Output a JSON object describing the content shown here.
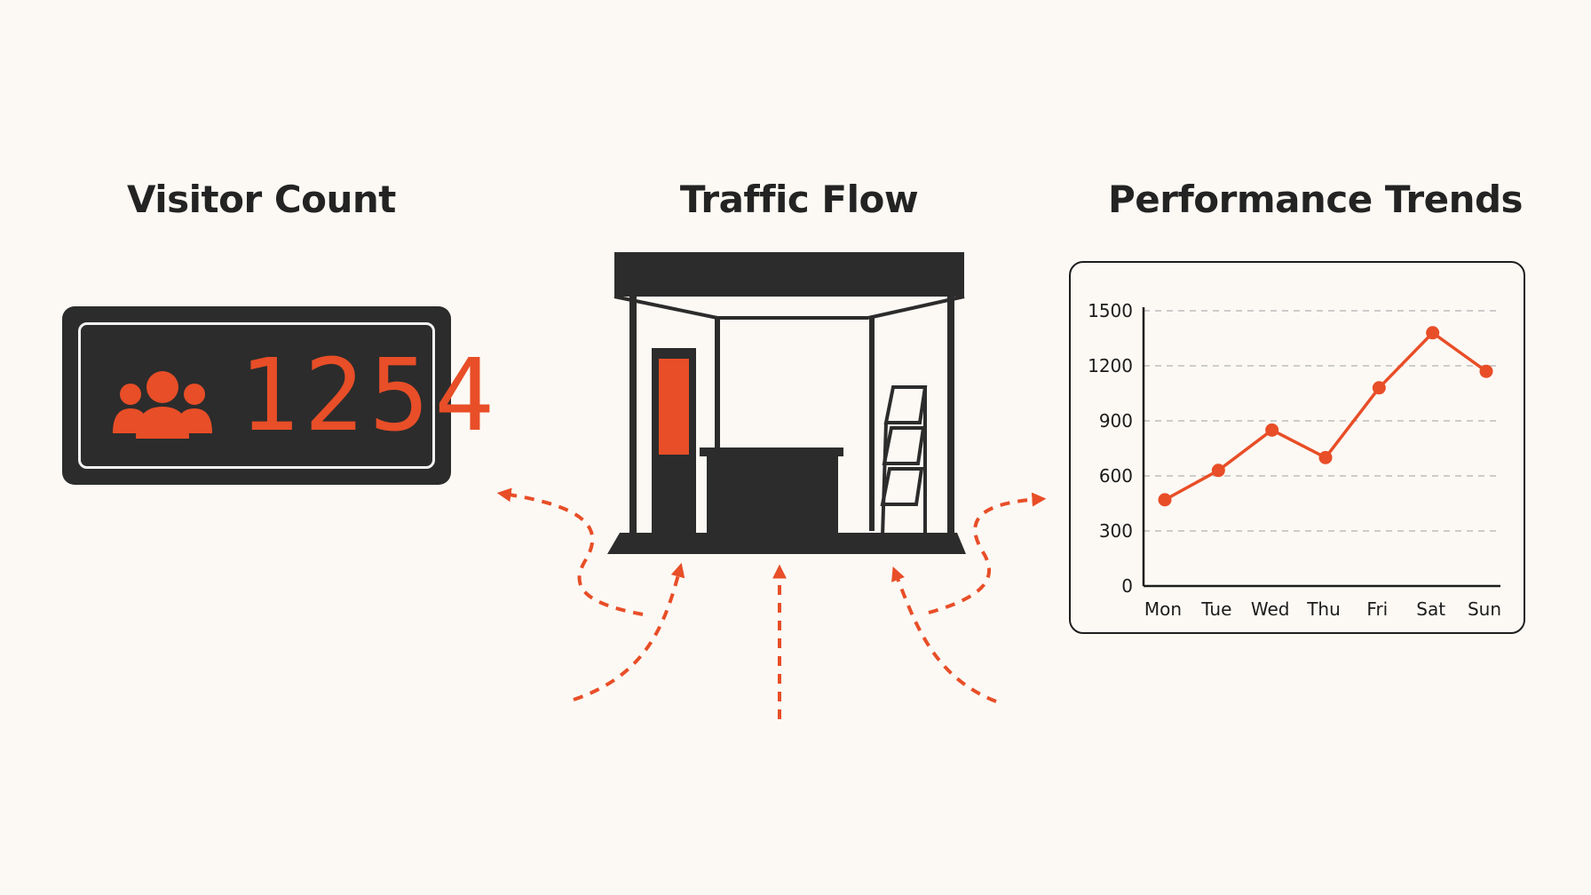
{
  "headings": {
    "visitor": "Visitor Count",
    "traffic": "Traffic Flow",
    "performance": "Performance Trends"
  },
  "counter": {
    "value": "1254",
    "icon": "people-group-icon"
  },
  "colors": {
    "accent": "#e84e27",
    "dark": "#2c2c2c",
    "background": "#fcf9f4"
  },
  "chart_data": {
    "type": "line",
    "categories": [
      "Mon",
      "Tue",
      "Wed",
      "Thu",
      "Fri",
      "Sat",
      "Sun"
    ],
    "series": [
      {
        "values": [
          470,
          630,
          850,
          700,
          1080,
          1380,
          1170
        ]
      }
    ],
    "yticks": [
      "0",
      "300",
      "600",
      "900",
      "1200",
      "1500"
    ],
    "ylim": [
      0,
      1500
    ],
    "grid": "horizontal-dashed"
  }
}
